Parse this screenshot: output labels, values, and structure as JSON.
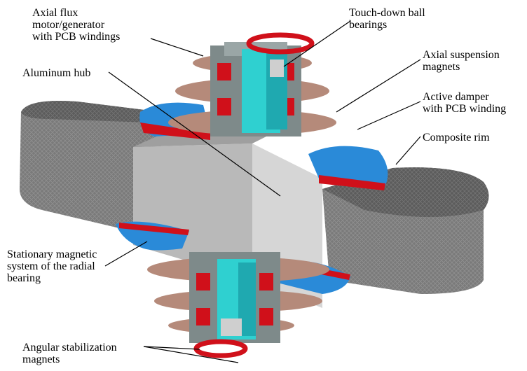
{
  "labels": {
    "axial_flux": "Axial flux\nmotor/generator\nwith PCB windings",
    "touchdown": "Touch-down ball\nbearings",
    "aluminum_hub": "Aluminum hub",
    "axial_suspension": "Axial suspension\nmagnets",
    "active_damper": "Active damper\nwith PCB winding",
    "composite_rim": "Composite rim",
    "stationary_magnetic": "Stationary magnetic\nsystem of the radial\nbearing",
    "angular_stabilization": "Angular stabilization\nmagnets"
  },
  "colors": {
    "rim_top": "#4a4a4a",
    "rim_side": "#6e6e6e",
    "hub": "#bdbdbd",
    "hub_light": "#d4d4d4",
    "shaft": "#2fd0d0",
    "pcb_disc": "#b58a7a",
    "magnet_red": "#d0101a",
    "magnet_blue": "#2a8ad8",
    "housing_gray": "#7e8a8a"
  }
}
